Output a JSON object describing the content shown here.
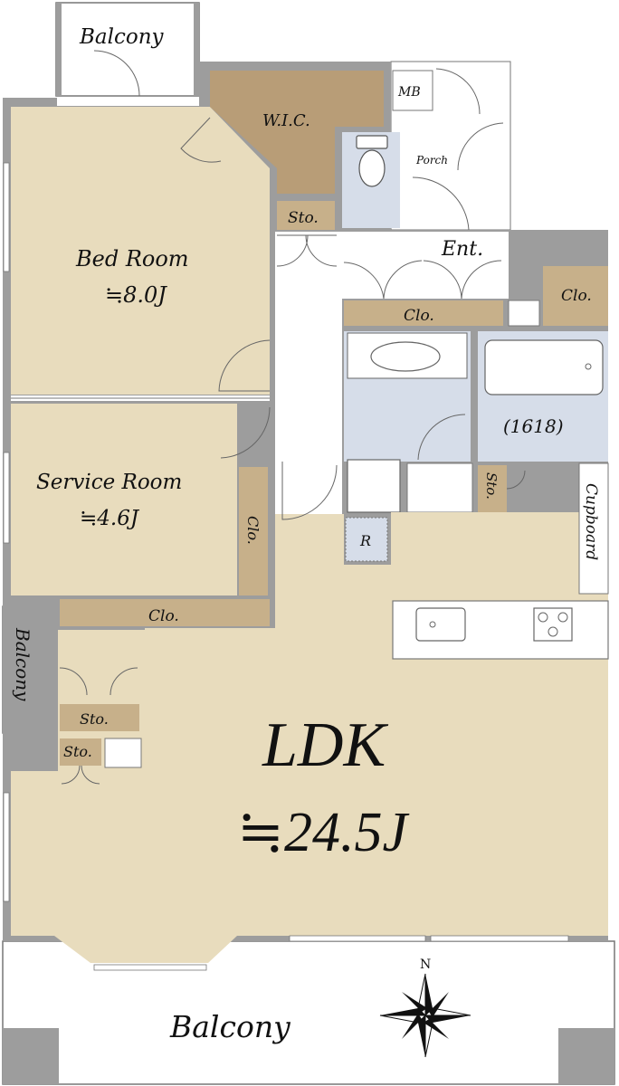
{
  "plan": {
    "colors": {
      "room": "#e8dcbd",
      "storage": "#c7b08a",
      "wic": "#b89d77",
      "wet": "#d6dde9",
      "wall": "#9d9d9d",
      "line": "#5a5a5a",
      "white": "#ffffff",
      "text": "#111111"
    },
    "labels": {
      "balcony_top": "Balcony",
      "wic": "W.I.C.",
      "mb": "MB",
      "porch": "Porch",
      "sto_wic": "Sto.",
      "ent": "Ent.",
      "bed_room": "Bed Room",
      "bed_size": "≒8.0J",
      "clo_hall": "Clo.",
      "clo_right": "Clo.",
      "bath": "(1618)",
      "service_room": "Service Room",
      "service_size": "≒4.6J",
      "clo_service_side": "Clo.",
      "clo_service_bottom": "Clo.",
      "sto_wash": "Sto.",
      "cupboard": "Cupboard",
      "fridge": "R",
      "balcony_left": "Balcony",
      "sto_left_1": "Sto.",
      "sto_left_2": "Sto.",
      "ldk": "LDK",
      "ldk_size": "≒24.5J",
      "balcony_bottom": "Balcony",
      "north": "N"
    }
  }
}
